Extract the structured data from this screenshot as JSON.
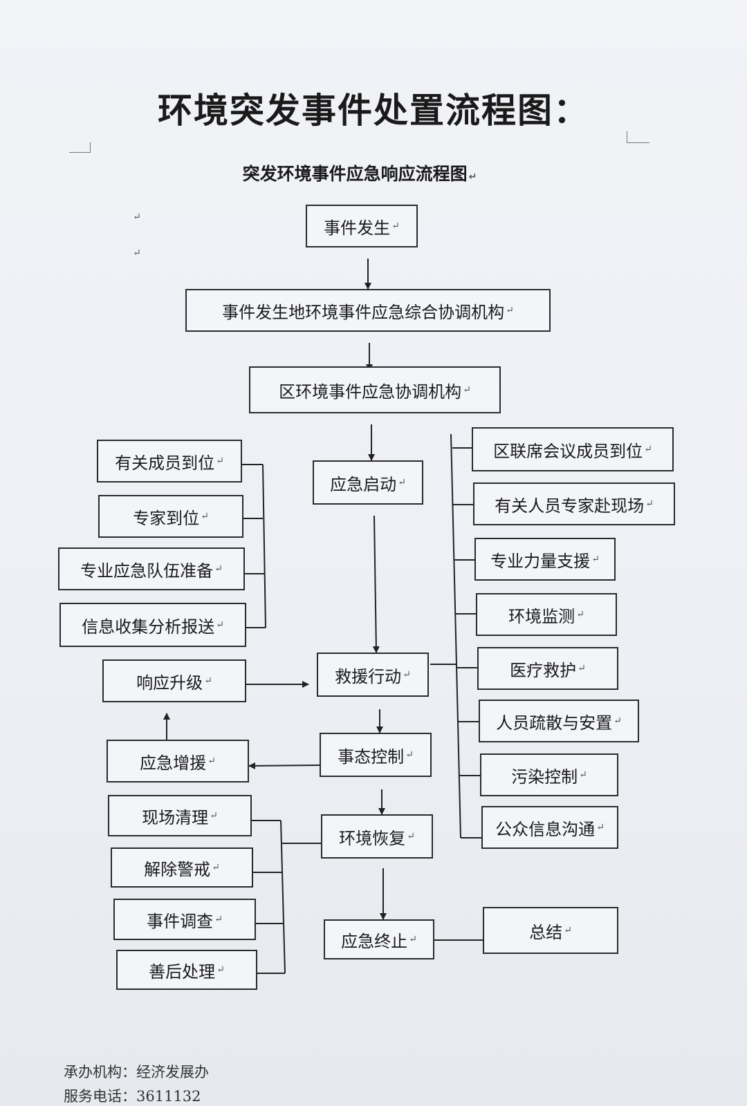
{
  "title": "环境突发事件处置流程图：",
  "subtitle": "突发环境事件应急响应流程图",
  "nodes": {
    "event_occur": "事件发生",
    "local_coord": "事件发生地环境事件应急综合协调机构",
    "district_coord": "区环境事件应急协调机构",
    "emergency_start": "应急启动",
    "rescue_action": "救援行动",
    "situation_control": "事态控制",
    "env_recovery": "环境恢复",
    "emergency_end": "应急终止",
    "summary": "总结",
    "members_in_place": "有关成员到位",
    "experts_in_place": "专家到位",
    "team_ready": "专业应急队伍准备",
    "info_collect": "信息收集分析报送",
    "response_upgrade": "响应升级",
    "emergency_reinforce": "应急增援",
    "site_clean": "现场清理",
    "lift_alert": "解除警戒",
    "event_investigation": "事件调查",
    "aftermath": "善后处理",
    "joint_meeting": "区联席会议成员到位",
    "experts_to_site": "有关人员专家赴现场",
    "pro_support": "专业力量支援",
    "env_monitor": "环境监测",
    "medical_rescue": "医疗救护",
    "evacuation": "人员疏散与安置",
    "pollution_control": "污染控制",
    "public_info": "公众信息沟通"
  },
  "paragraph_mark": "↵",
  "footer": {
    "organizer_label": "承办机构：",
    "organizer": "经济发展办",
    "phone_label": "服务电话：",
    "phone": "3611132"
  }
}
